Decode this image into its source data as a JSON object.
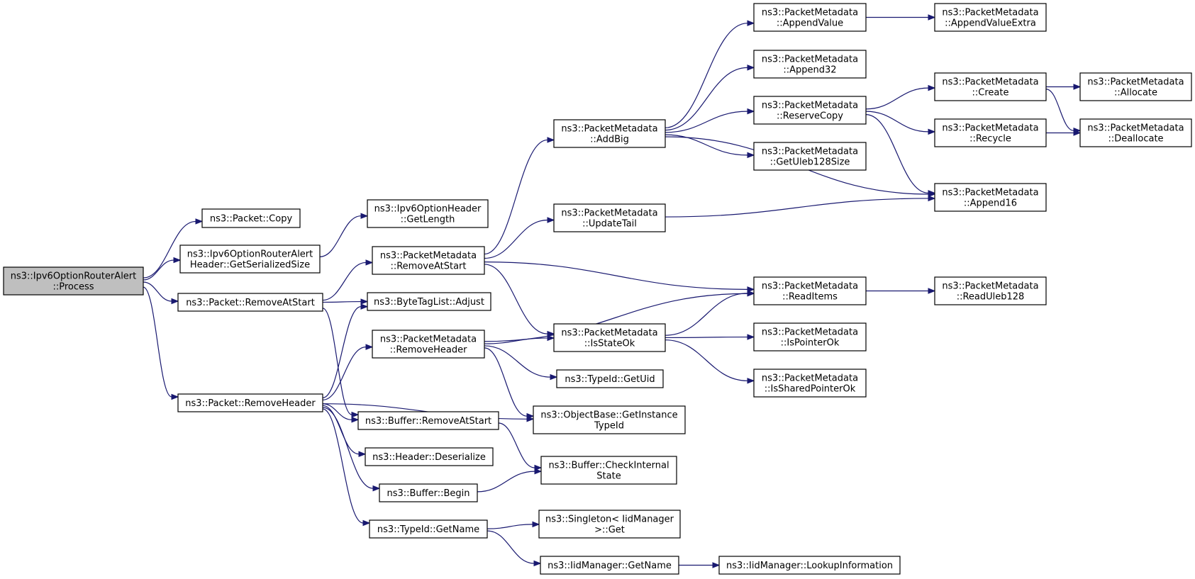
{
  "graph": {
    "title": "",
    "root": "process",
    "nodes": [
      {
        "id": "process",
        "lines": [
          "ns3::Ipv6OptionRouterAlert",
          "::Process"
        ],
        "highlighted": true
      },
      {
        "id": "pkt_copy",
        "lines": [
          "ns3::Packet::Copy"
        ]
      },
      {
        "id": "ra_getser",
        "lines": [
          "ns3::Ipv6OptionRouterAlert",
          "Header::GetSerializedSize"
        ]
      },
      {
        "id": "pkt_removeatstart",
        "lines": [
          "ns3::Packet::RemoveAtStart"
        ]
      },
      {
        "id": "pkt_removeheader",
        "lines": [
          "ns3::Packet::RemoveHeader"
        ]
      },
      {
        "id": "opt_getlength",
        "lines": [
          "ns3::Ipv6OptionHeader",
          "::GetLength"
        ]
      },
      {
        "id": "pm_removeatstart",
        "lines": [
          "ns3::PacketMetadata",
          "::RemoveAtStart"
        ]
      },
      {
        "id": "btl_adjust",
        "lines": [
          "ns3::ByteTagList::Adjust"
        ]
      },
      {
        "id": "pm_removeheader",
        "lines": [
          "ns3::PacketMetadata",
          "::RemoveHeader"
        ]
      },
      {
        "id": "buf_removeatstart",
        "lines": [
          "ns3::Buffer::RemoveAtStart"
        ]
      },
      {
        "id": "hdr_deserialize",
        "lines": [
          "ns3::Header::Deserialize"
        ]
      },
      {
        "id": "buf_begin",
        "lines": [
          "ns3::Buffer::Begin"
        ]
      },
      {
        "id": "tid_getname",
        "lines": [
          "ns3::TypeId::GetName"
        ]
      },
      {
        "id": "pm_addbig",
        "lines": [
          "ns3::PacketMetadata",
          "::AddBig"
        ]
      },
      {
        "id": "pm_updatetail",
        "lines": [
          "ns3::PacketMetadata",
          "::UpdateTail"
        ]
      },
      {
        "id": "pm_isstateok",
        "lines": [
          "ns3::PacketMetadata",
          "::IsStateOk"
        ]
      },
      {
        "id": "tid_getuid",
        "lines": [
          "ns3::TypeId::GetUid"
        ]
      },
      {
        "id": "ob_getinstancetypeid",
        "lines": [
          "ns3::ObjectBase::GetInstance",
          "TypeId"
        ]
      },
      {
        "id": "buf_checkinternalstate",
        "lines": [
          "ns3::Buffer::CheckInternal",
          "State"
        ]
      },
      {
        "id": "singleton_get",
        "lines": [
          "ns3::Singleton< IidManager",
          ">::Get"
        ]
      },
      {
        "id": "iid_getname",
        "lines": [
          "ns3::IidManager::GetName"
        ]
      },
      {
        "id": "pm_appendvalue",
        "lines": [
          "ns3::PacketMetadata",
          "::AppendValue"
        ]
      },
      {
        "id": "pm_append32",
        "lines": [
          "ns3::PacketMetadata",
          "::Append32"
        ]
      },
      {
        "id": "pm_reservecopy",
        "lines": [
          "ns3::PacketMetadata",
          "::ReserveCopy"
        ]
      },
      {
        "id": "pm_getuleb128size",
        "lines": [
          "ns3::PacketMetadata",
          "::GetUleb128Size"
        ]
      },
      {
        "id": "pm_readitems",
        "lines": [
          "ns3::PacketMetadata",
          "::ReadItems"
        ]
      },
      {
        "id": "pm_ispointerok",
        "lines": [
          "ns3::PacketMetadata",
          "::IsPointerOk"
        ]
      },
      {
        "id": "pm_issharedpointerok",
        "lines": [
          "ns3::PacketMetadata",
          "::IsSharedPointerOk"
        ]
      },
      {
        "id": "iid_lookupinformation",
        "lines": [
          "ns3::IidManager::LookupInformation"
        ]
      },
      {
        "id": "pm_appendvalueextra",
        "lines": [
          "ns3::PacketMetadata",
          "::AppendValueExtra"
        ]
      },
      {
        "id": "pm_create",
        "lines": [
          "ns3::PacketMetadata",
          "::Create"
        ]
      },
      {
        "id": "pm_recycle",
        "lines": [
          "ns3::PacketMetadata",
          "::Recycle"
        ]
      },
      {
        "id": "pm_append16",
        "lines": [
          "ns3::PacketMetadata",
          "::Append16"
        ]
      },
      {
        "id": "pm_readuleb128",
        "lines": [
          "ns3::PacketMetadata",
          "::ReadUleb128"
        ]
      },
      {
        "id": "pm_allocate",
        "lines": [
          "ns3::PacketMetadata",
          "::Allocate"
        ]
      },
      {
        "id": "pm_deallocate",
        "lines": [
          "ns3::PacketMetadata",
          "::Deallocate"
        ]
      }
    ],
    "edges": [
      [
        "process",
        "pkt_copy"
      ],
      [
        "process",
        "ra_getser"
      ],
      [
        "process",
        "pkt_removeatstart"
      ],
      [
        "process",
        "pkt_removeheader"
      ],
      [
        "ra_getser",
        "opt_getlength"
      ],
      [
        "pkt_removeatstart",
        "pm_removeatstart"
      ],
      [
        "pkt_removeatstart",
        "btl_adjust"
      ],
      [
        "pkt_removeatstart",
        "buf_removeatstart"
      ],
      [
        "pkt_removeheader",
        "btl_adjust"
      ],
      [
        "pkt_removeheader",
        "pm_removeheader"
      ],
      [
        "pkt_removeheader",
        "ob_getinstancetypeid"
      ],
      [
        "pkt_removeheader",
        "buf_removeatstart"
      ],
      [
        "pkt_removeheader",
        "hdr_deserialize"
      ],
      [
        "pkt_removeheader",
        "buf_begin"
      ],
      [
        "pkt_removeheader",
        "tid_getname"
      ],
      [
        "pm_removeatstart",
        "pm_addbig"
      ],
      [
        "pm_removeatstart",
        "pm_updatetail"
      ],
      [
        "pm_removeatstart",
        "pm_readitems"
      ],
      [
        "pm_removeatstart",
        "pm_isstateok"
      ],
      [
        "pm_removeheader",
        "pm_readitems"
      ],
      [
        "pm_removeheader",
        "pm_isstateok"
      ],
      [
        "pm_removeheader",
        "tid_getuid"
      ],
      [
        "pm_removeheader",
        "ob_getinstancetypeid"
      ],
      [
        "buf_removeatstart",
        "buf_checkinternalstate"
      ],
      [
        "buf_begin",
        "buf_checkinternalstate"
      ],
      [
        "tid_getname",
        "singleton_get"
      ],
      [
        "tid_getname",
        "iid_getname"
      ],
      [
        "iid_getname",
        "iid_lookupinformation"
      ],
      [
        "pm_addbig",
        "pm_appendvalue"
      ],
      [
        "pm_addbig",
        "pm_append32"
      ],
      [
        "pm_addbig",
        "pm_reservecopy"
      ],
      [
        "pm_addbig",
        "pm_getuleb128size"
      ],
      [
        "pm_addbig",
        "pm_append16"
      ],
      [
        "pm_updatetail",
        "pm_append16"
      ],
      [
        "pm_isstateok",
        "pm_readitems"
      ],
      [
        "pm_isstateok",
        "pm_ispointerok"
      ],
      [
        "pm_isstateok",
        "pm_issharedpointerok"
      ],
      [
        "pm_appendvalue",
        "pm_appendvalueextra"
      ],
      [
        "pm_reservecopy",
        "pm_create"
      ],
      [
        "pm_reservecopy",
        "pm_recycle"
      ],
      [
        "pm_reservecopy",
        "pm_append16"
      ],
      [
        "pm_readitems",
        "pm_readuleb128"
      ],
      [
        "pm_create",
        "pm_allocate"
      ],
      [
        "pm_create",
        "pm_deallocate"
      ],
      [
        "pm_recycle",
        "pm_deallocate"
      ]
    ]
  }
}
